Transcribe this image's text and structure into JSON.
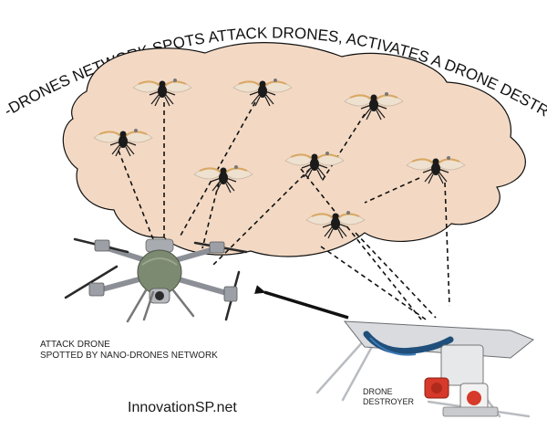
{
  "title": "NANO-DRONES NETWORK SPOTS ATTACK DRONES, ACTIVATES A DRONE DESTROYER",
  "labels": {
    "attack_line1": "ATTACK DRONE",
    "attack_line2": "SPOTTED BY NANO-DRONES NETWORK",
    "destroyer_line1": "DRONE",
    "destroyer_line2": "DESTROYER",
    "brand": "InnovationSP.net"
  },
  "colors": {
    "cloud_fill": "#f3d9c4",
    "cloud_stroke": "#111111",
    "nano_body": "#1b1b1b",
    "nano_wing": "#d9a864",
    "drone_body": "#7d8a72",
    "drone_frame": "#8c9096",
    "destroyer_frame": "#c9cbcf",
    "destroyer_accent": "#d63a2a",
    "arrow": "#111111"
  }
}
